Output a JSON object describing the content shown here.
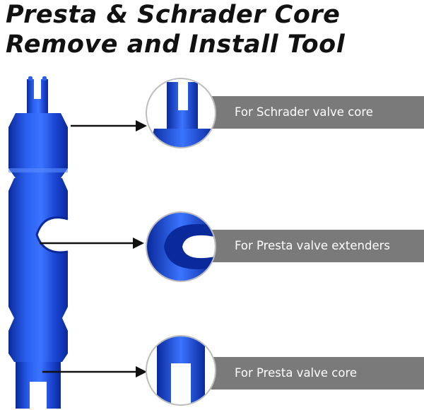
{
  "title": {
    "line1": "Presta & Schrader Core",
    "line2": "Remove and Install Tool"
  },
  "callouts": [
    {
      "label": "For Schrader valve core",
      "icon": "schrader-slotted-tip"
    },
    {
      "label": "For Presta valve extenders",
      "icon": "presta-extender-c-notch"
    },
    {
      "label": "For Presta valve core",
      "icon": "presta-core-slotted-end"
    }
  ],
  "colors": {
    "tool_blue": "#1f4fe0",
    "tool_dark": "#0a2a9c",
    "pill_gray": "#7a7a7a",
    "circle_border": "#bdbdbd",
    "title_text": "#111111"
  }
}
